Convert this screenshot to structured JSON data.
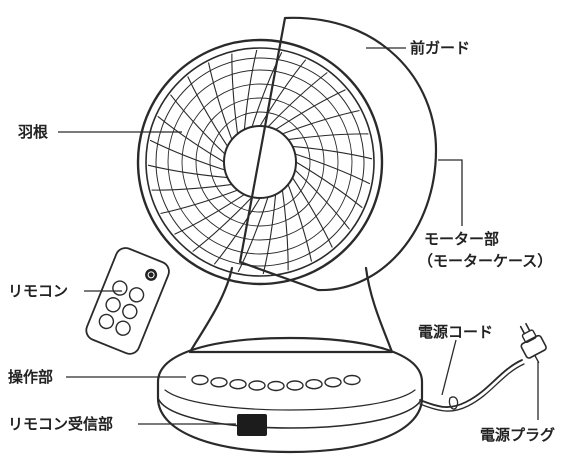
{
  "labels": {
    "front_guard": "前ガード",
    "blades": "羽根",
    "motor_unit_1": "モーター部",
    "motor_unit_2": "（モーターケース）",
    "remote": "リモコン",
    "power_cord": "電源コード",
    "control_panel": "操作部",
    "power_plug": "電源プラグ",
    "remote_receiver": "リモコン受信部"
  },
  "colors": {
    "outline": "#2a2a2a",
    "label": "#222222",
    "receiver_window": "#1c1c1c"
  },
  "counts": {
    "guard_spokes": 28,
    "panel_buttons": 9,
    "remote_buttons": 6
  },
  "icons": {
    "remote_power": "power-icon"
  }
}
